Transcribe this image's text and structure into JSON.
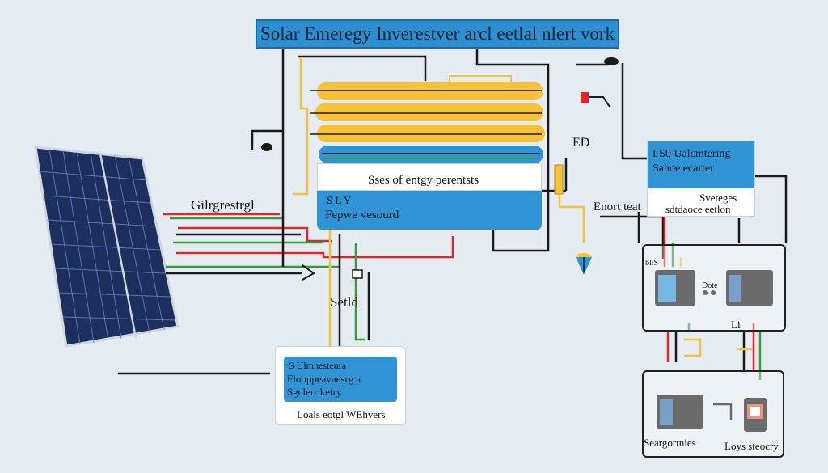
{
  "title": "Solar Emeregy Inverestver arcl eetlal nlert vork",
  "labels": {
    "panel_label": "Gilrgrestrgl",
    "ed": "ED",
    "setld": "Setld",
    "enort": "Enort teat",
    "batt_left": "bllS",
    "batt_mid": "Dote",
    "batt_li": "Li",
    "bottom_left": "Seargortnies",
    "bottom_right": "Loys steocry"
  },
  "bus_box": {
    "caption": "Sses of entgy perentsts",
    "blue_line1": "S L Y",
    "blue_line2": "Fepwe vesourd"
  },
  "right_box": {
    "blue_line1": "I S0 Ualcmtering",
    "blue_line2": "Sahoe ecarter",
    "white_line1": "Sveteges",
    "white_line2": "sdtdaoce eetlon"
  },
  "bottom_box": {
    "blue_line1": "S  Ulmnesteura",
    "blue_line2": "Flooppeavaesrg a",
    "blue_line3": "Sgclerr ketry",
    "caption": "Loals eotgl WEhvers"
  },
  "colors": {
    "background": "#e4ebf1",
    "accent_blue": "#2f93d4",
    "yellow": "#f6c23a",
    "red": "#e0262b",
    "green": "#3a9a3e",
    "panel_blue": "#1f3f86"
  }
}
